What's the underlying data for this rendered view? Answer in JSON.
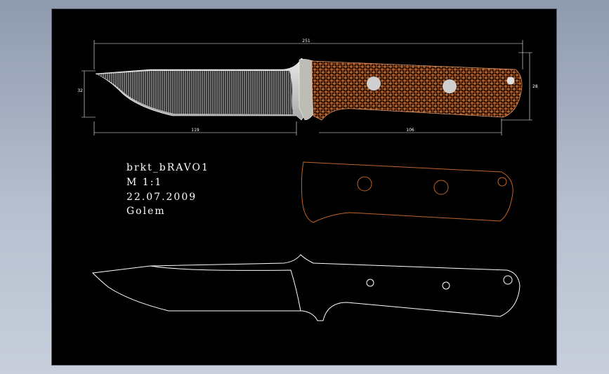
{
  "dimensions": {
    "overall_length": "251",
    "blade_length": "119",
    "handle_length": "106",
    "blade_height": "32",
    "handle_height": "28"
  },
  "title_block": {
    "name": "brkt_bRAVO1",
    "scale": "M  1:1",
    "date": "22.07.2009",
    "author": "Golem"
  },
  "colors": {
    "background": "#000000",
    "outline": "#ffffff",
    "handle_scale": "#c0652a",
    "steel": "#cfcfcf",
    "bolster": "#bdbdb5"
  }
}
